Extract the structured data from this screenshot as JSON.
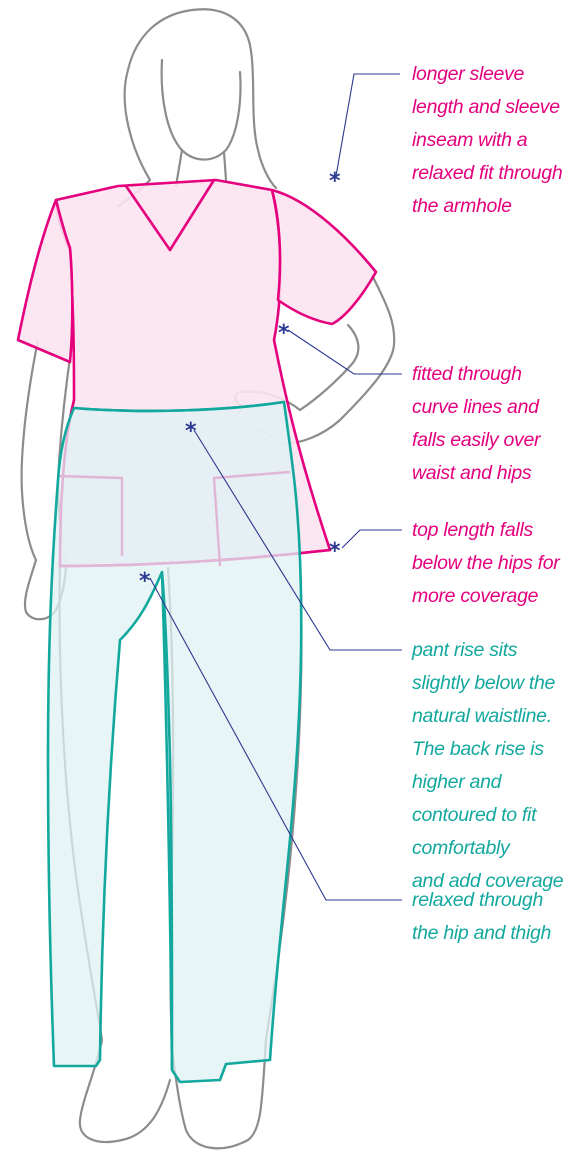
{
  "colors": {
    "top": "#e5007e",
    "pant": "#13a89e",
    "body_outline": "#8c8c8c",
    "leader": "#2b3990",
    "top_fill": "#fbe3f1",
    "pant_fill": "#dff2f3"
  },
  "marker_glyph": "*",
  "annotations": [
    {
      "id": "sleeve",
      "text": "longer sleeve\nlength and sleeve\ninseam with a\nrelaxed fit through\nthe armhole",
      "color_key": "top"
    },
    {
      "id": "fitted",
      "text": "fitted through\ncurve lines and\nfalls easily over\nwaist and hips",
      "color_key": "top"
    },
    {
      "id": "top-length",
      "text": "top length falls\nbelow the hips for\nmore coverage",
      "color_key": "top"
    },
    {
      "id": "rise",
      "text": "pant rise sits\nslightly below the\nnatural waistline.\nThe back rise is\nhigher and\ncontoured to fit\ncomfortably\nand add coverage",
      "color_key": "pant"
    },
    {
      "id": "hip-thigh",
      "text": "relaxed through\nthe hip and thigh",
      "color_key": "pant"
    }
  ]
}
